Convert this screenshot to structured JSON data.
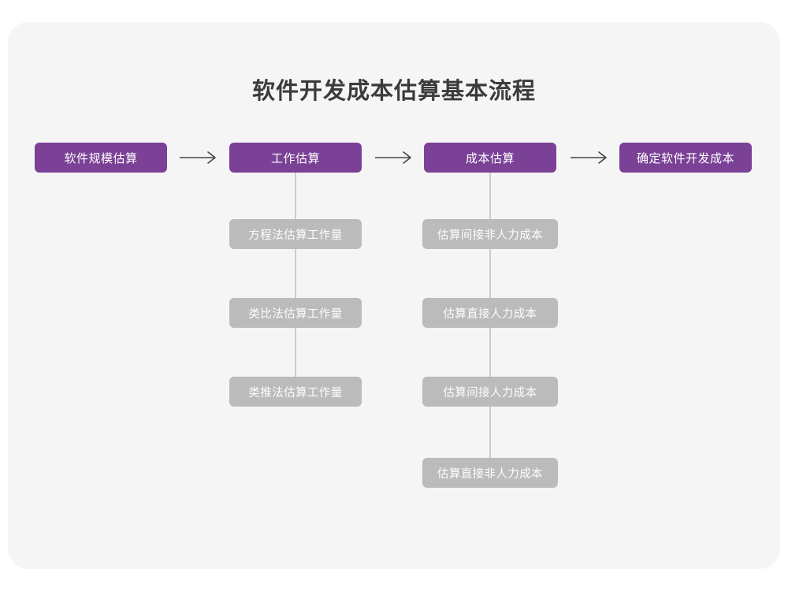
{
  "page": {
    "title": "软件开发成本估算基本流程",
    "background_color": "#ffffff",
    "card_color": "#f5f5f6",
    "primary_color": "#7a4196",
    "secondary_color": "#bbbbbb",
    "connector_color": "#cccccc",
    "arrow_color": "#444444",
    "title_color": "#3b3b3b"
  },
  "chart_data": {
    "type": "diagram",
    "title": "软件开发成本估算基本流程",
    "main_flow": [
      {
        "id": "step1",
        "label": "软件规模估算"
      },
      {
        "id": "step2",
        "label": "工作估算"
      },
      {
        "id": "step3",
        "label": "成本估算"
      },
      {
        "id": "step4",
        "label": "确定软件开发成本"
      }
    ],
    "arrows": [
      {
        "from": "step1",
        "to": "step2",
        "glyph": "arrow-right"
      },
      {
        "from": "step2",
        "to": "step3",
        "glyph": "arrow-right"
      },
      {
        "from": "step3",
        "to": "step4",
        "glyph": "arrow-right"
      }
    ],
    "branches": [
      {
        "parent": "step2",
        "parent_label": "工作估算",
        "children": [
          "方程法估算工作量",
          "类比法估算工作量",
          "类推法估算工作量"
        ]
      },
      {
        "parent": "step3",
        "parent_label": "成本估算",
        "children": [
          "估算间接非人力成本",
          "估算直接人力成本",
          "估算间接人力成本",
          "估算直接非人力成本"
        ]
      }
    ]
  },
  "flow": {
    "step1": "软件规模估算",
    "step2": "工作估算",
    "step3": "成本估算",
    "step4": "确定软件开发成本"
  },
  "branch_work": {
    "item0": "方程法估算工作量",
    "item1": "类比法估算工作量",
    "item2": "类推法估算工作量"
  },
  "branch_cost": {
    "item0": "估算间接非人力成本",
    "item1": "估算直接人力成本",
    "item2": "估算间接人力成本",
    "item3": "估算直接非人力成本"
  }
}
